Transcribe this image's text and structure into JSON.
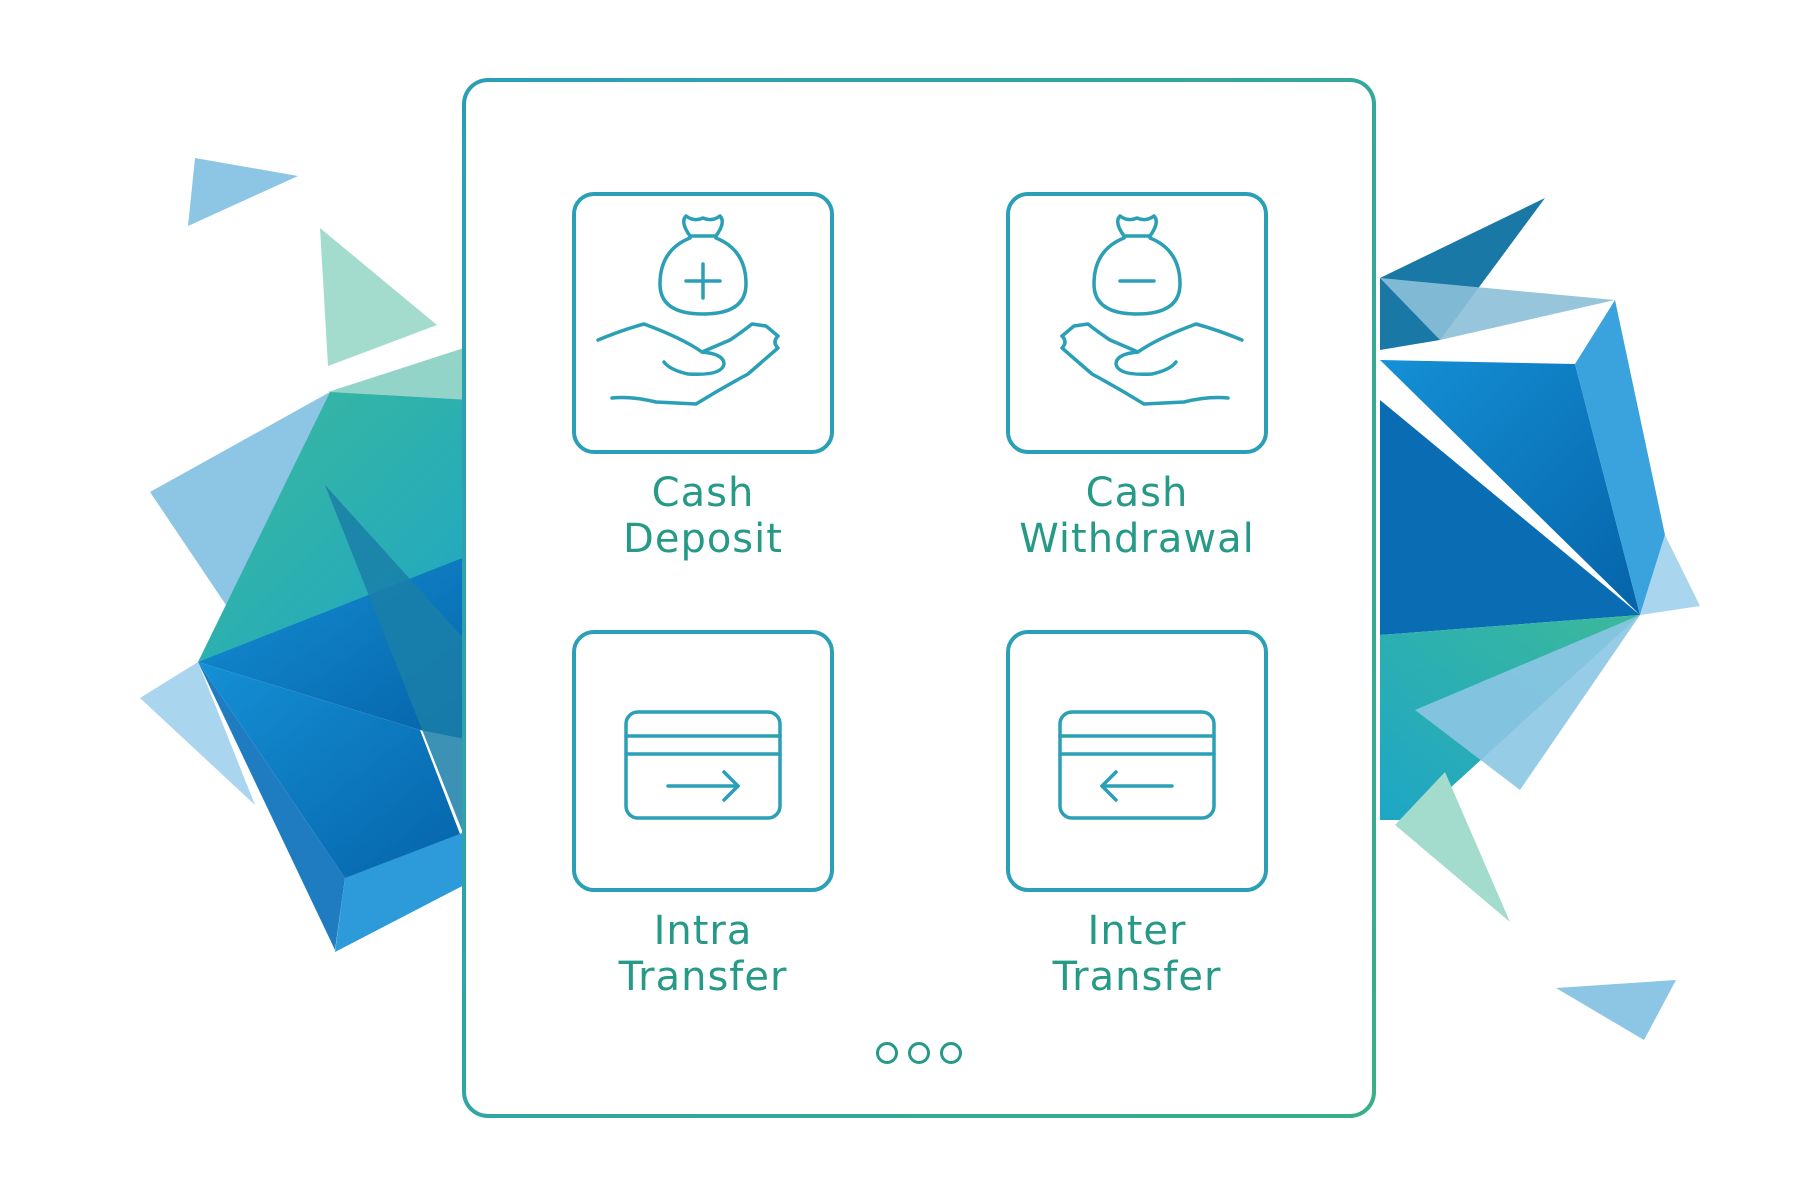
{
  "colors": {
    "accent_teal": "#269a86",
    "accent_blue": "#2a9fb5",
    "accent_green": "#3aae88",
    "poly_dark_blue": "#0a6db3",
    "poly_light_blue": "#8cc6e4",
    "poly_mint": "#a3dccd"
  },
  "menu": {
    "tiles": [
      {
        "label_line1": "Cash",
        "label_line2": "Deposit",
        "icon": "hand-money-bag-plus-icon"
      },
      {
        "label_line1": "Cash",
        "label_line2": "Withdrawal",
        "icon": "hand-money-bag-minus-icon"
      },
      {
        "label_line1": "Intra",
        "label_line2": "Transfer",
        "icon": "card-arrow-right-icon"
      },
      {
        "label_line1": "Inter",
        "label_line2": "Transfer",
        "icon": "card-arrow-left-icon"
      }
    ],
    "pager": {
      "dot_count": 3,
      "icon": "more-dots-icon"
    }
  }
}
